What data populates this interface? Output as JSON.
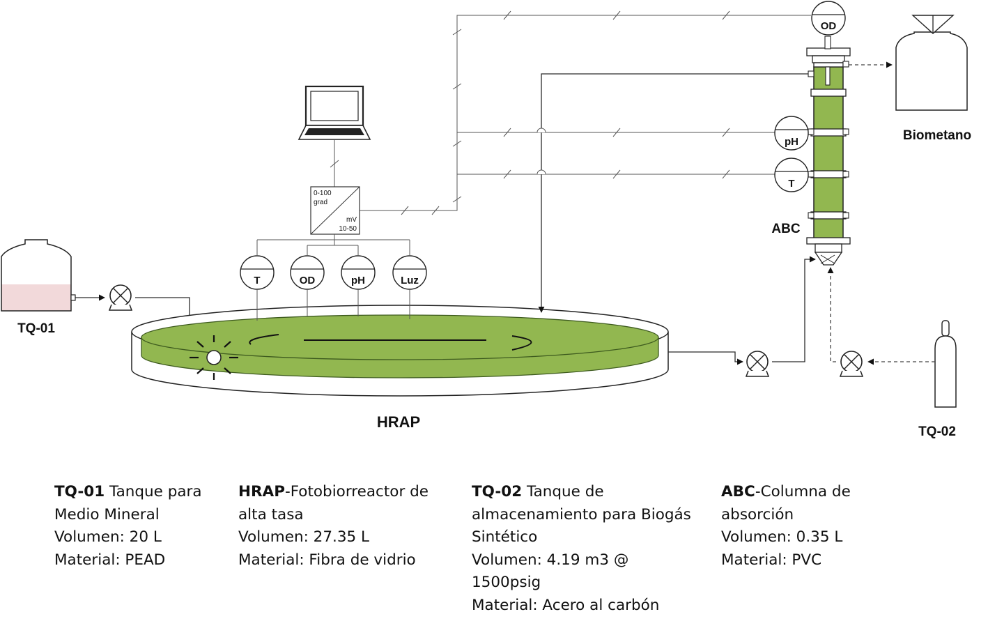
{
  "colors": {
    "algae": "#92b750",
    "algae_edge": "#3d5a1e",
    "mineral_medium": "#f2d9da",
    "line": "#2b2b2b"
  },
  "equipment": {
    "tq01": "TQ-01",
    "tq02": "TQ-02",
    "hrap": "HRAP",
    "abc": "ABC",
    "biometano": "Biometano"
  },
  "transmitter": {
    "range_in": "0-100",
    "unit_in": "grad",
    "unit_out": "mV",
    "range_out": "10-50"
  },
  "instruments": {
    "hrap": [
      "T",
      "OD",
      "pH",
      "Luz"
    ],
    "column": [
      "OD",
      "pH",
      "T"
    ]
  },
  "legend": [
    {
      "code": "TQ-01",
      "desc_first": " Tanque para",
      "lines": [
        "Medio Mineral",
        "Volumen: 20 L",
        "Material: PEAD"
      ]
    },
    {
      "code": "HRAP",
      "desc_first": "-Fotobiorreactor de",
      "lines": [
        "alta tasa",
        "Volumen: 27.35 L",
        "Material: Fibra de vidrio"
      ]
    },
    {
      "code": "TQ-02",
      "desc_first": " Tanque de",
      "lines": [
        "almacenamiento para Biogás",
        "Sintético",
        "Volumen: 4.19 m3 @",
        "1500psig",
        "Material: Acero al carbón"
      ]
    },
    {
      "code": "ABC",
      "desc_first": "-Columna de",
      "lines": [
        "absorción",
        "Volumen: 0.35 L",
        "Material: PVC"
      ]
    }
  ]
}
